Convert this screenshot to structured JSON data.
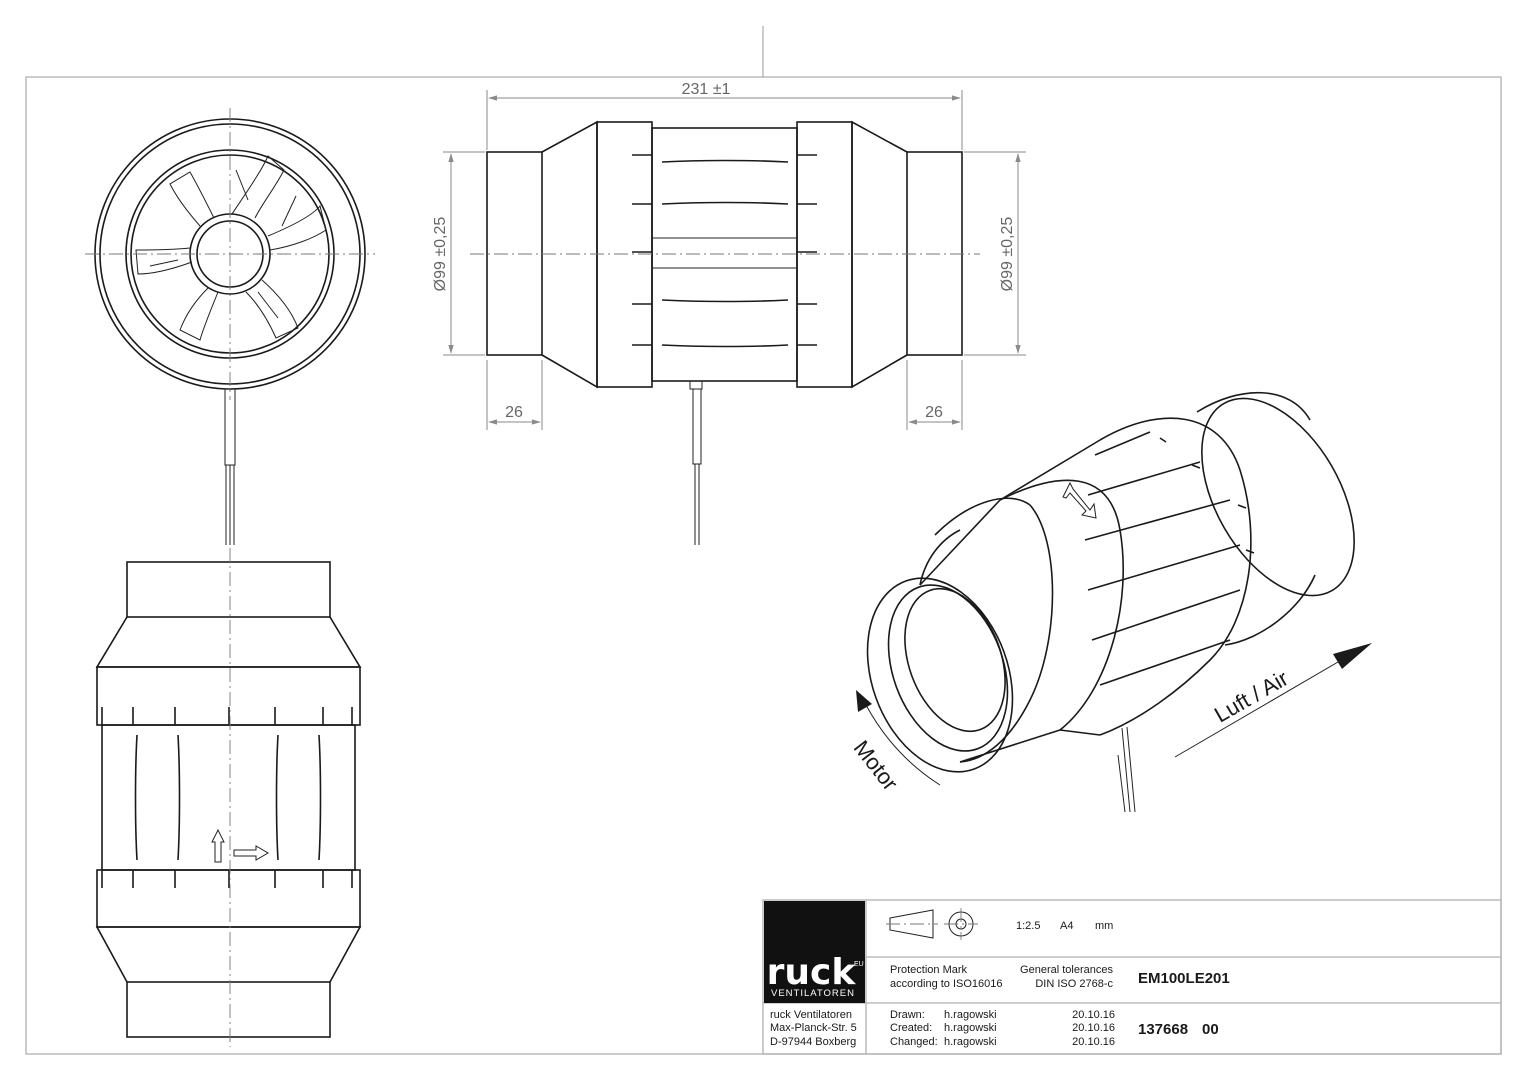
{
  "dimensions": {
    "length": "231 ±1",
    "diameter_left": "Ø99 ±0,25",
    "diameter_right": "Ø99 ±0,25",
    "collar_left": "26",
    "collar_right": "26"
  },
  "labels": {
    "airflow": "Luft / Air",
    "motor": "Motor"
  },
  "title_block": {
    "logo": "ruck",
    "logo_suffix": "EU",
    "logo_sub": "VENTILATOREN",
    "scale": "1:2.5",
    "format": "A4",
    "unit": "mm",
    "protection_line1": "Protection Mark",
    "protection_line2": "according to ISO16016",
    "tolerances_line1": "General tolerances",
    "tolerances_line2": "DIN ISO 2768-c",
    "model": "EM100LE201",
    "part_number": "137668",
    "revision": "00",
    "company": "ruck Ventilatoren",
    "street": "Max-Planck-Str. 5",
    "city": "D-97944 Boxberg",
    "drawn_label": "Drawn:",
    "drawn_by": "h.ragowski",
    "drawn_date": "20.10.16",
    "created_label": "Created:",
    "created_by": "h.ragowski",
    "created_date": "20.10.16",
    "changed_label": "Changed:",
    "changed_by": "h.ragowski",
    "changed_date": "20.10.16"
  }
}
